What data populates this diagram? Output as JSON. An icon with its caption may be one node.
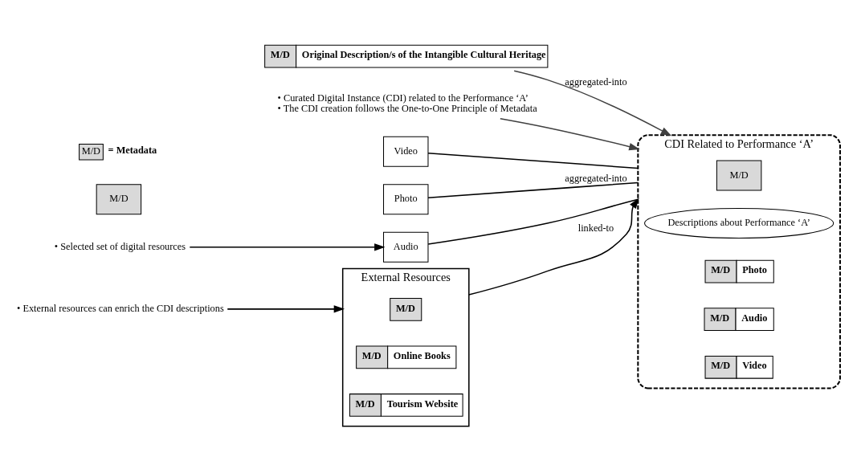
{
  "diagram": {
    "nodes": [
      {
        "text": [
          "External Resources"
        ]
      },
      {
        "text": [
          "M/D"
        ],
        "in": 0
      },
      {
        "text": [
          "M/D",
          "Online Books"
        ],
        "in": 0
      },
      {
        "text": [
          "M/D",
          "Tourism Website"
        ],
        "in": 0
      },
      {
        "text": [
          "• External resources can enrich the CDI descriptions"
        ]
      },
      {
        "text": [
          "CDI Related to Performance ‘A’"
        ]
      },
      {
        "text": [
          "M/D"
        ],
        "in": 5
      },
      {
        "text": [
          "Descriptions about Performance ‘A’"
        ],
        "in": 5
      },
      {
        "text": [
          "M/D",
          "Photo"
        ],
        "in": 5
      },
      {
        "text": [
          "M/D",
          "Audio"
        ],
        "in": 5
      },
      {
        "text": [
          "M/D",
          "Video"
        ],
        "in": 5
      },
      {
        "text": [
          "M/D"
        ]
      },
      {
        "text": [
          "M/D",
          "Original Description/s of the Intangible Cultural Heritage"
        ]
      },
      {
        "text": [
          "• Curated Digital Instance (CDI) related to the Performance ‘A’",
          "• The CDI creation follows the One-to-One Principle of Metadata"
        ]
      },
      {
        "text": [
          "Video"
        ]
      },
      {
        "text": [
          "Photo"
        ]
      },
      {
        "text": [
          "Audio"
        ]
      },
      {
        "text": [
          "• Selected set of digital resources"
        ]
      }
    ],
    "edges": [
      {
        "from": 0,
        "to": 5,
        "arrow": "to",
        "label": "linked-to"
      },
      {
        "from": 4,
        "to": 0,
        "arrow": "to"
      },
      {
        "from": 12,
        "to": 5,
        "arrow": "to",
        "label": "aggregated-into",
        "color": "#404040"
      },
      {
        "from": 13,
        "to": 5,
        "arrow": "to",
        "color": "#404040"
      },
      {
        "from": 14,
        "to": 5,
        "arrow": "none"
      },
      {
        "from": 15,
        "to": 5,
        "arrow": "none",
        "label": "aggregated-into"
      },
      {
        "from": 16,
        "to": 5,
        "arrow": "none"
      },
      {
        "from": 17,
        "to": 16,
        "arrow": "to"
      }
    ],
    "labels": [
      "M/D"
    ],
    "legend": [
      {
        "text": "= Metadata",
        "color": "#d9d9d9"
      }
    ]
  }
}
